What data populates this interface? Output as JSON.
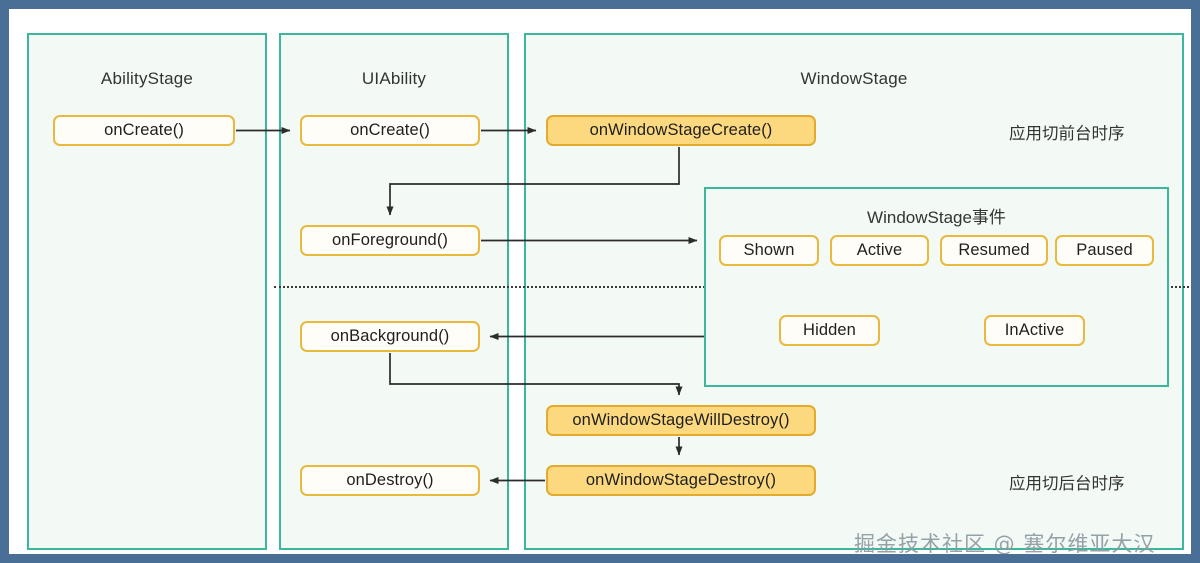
{
  "diagram": {
    "title": "UIAbility lifecycle and WindowStage sequence",
    "colors": {
      "panel_border": "#3bb79b",
      "panel_fill": "#f3faf5",
      "node_border": "#e8b93c",
      "node_amber_fill": "#fcd97f",
      "outer_border": "#4a6f96",
      "arrow": "#333333"
    },
    "panels": [
      {
        "id": "ability-stage",
        "title": "AbilityStage"
      },
      {
        "id": "ui-ability",
        "title": "UIAbility"
      },
      {
        "id": "window-stage",
        "title": "WindowStage"
      }
    ],
    "nodes": {
      "ability_stage_on_create": "onCreate()",
      "ui_ability_on_create": "onCreate()",
      "on_window_stage_create": "onWindowStageCreate()",
      "on_foreground": "onForeground()",
      "on_background": "onBackground()",
      "on_window_stage_will_destroy": "onWindowStageWillDestroy()",
      "on_window_stage_destroy": "onWindowStageDestroy()",
      "on_destroy": "onDestroy()"
    },
    "event_group": {
      "title": "WindowStage事件",
      "events_row_top": [
        "Shown",
        "Active",
        "Resumed",
        "Paused"
      ],
      "events_row_bottom": [
        "Hidden",
        "InActive"
      ]
    },
    "side_labels": {
      "foreground": "应用切前台时序",
      "background": "应用切后台时序"
    },
    "watermark": "掘金技术社区 @ 塞尔维亚大汉"
  }
}
